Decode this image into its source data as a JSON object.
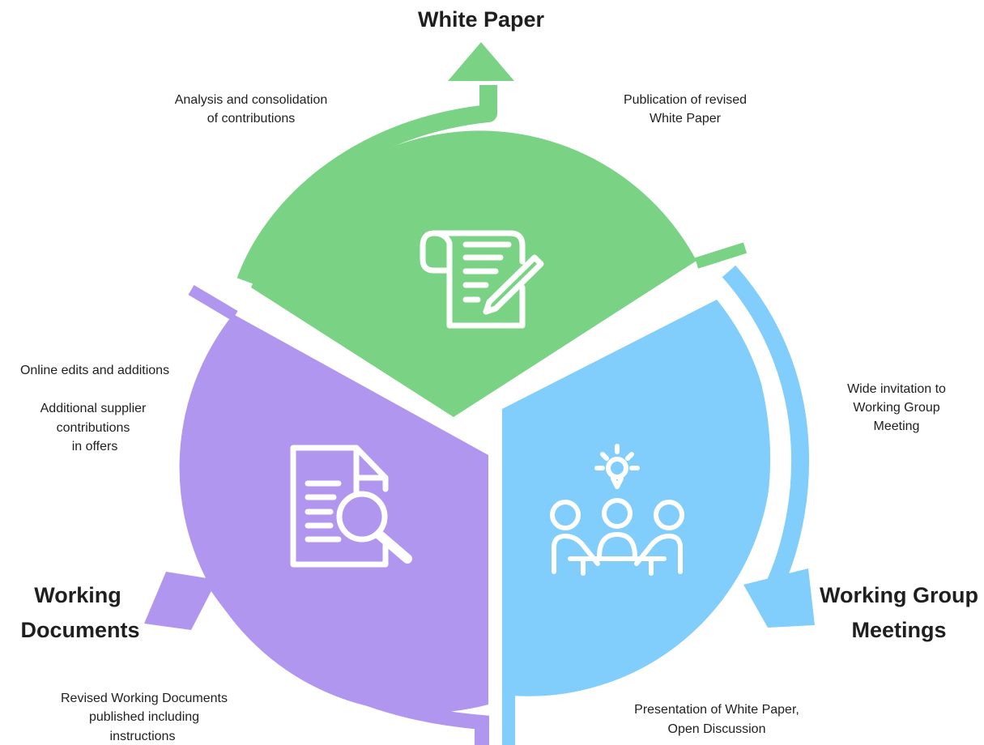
{
  "colors": {
    "green": "#7ad384",
    "purple": "#b096ee",
    "blue": "#81cdfc",
    "text": "#1f1f1f",
    "background": "#ffffff"
  },
  "stages": {
    "white_paper": {
      "title": "White Paper",
      "icon": "document-pen-icon"
    },
    "working_group": {
      "title_line1": "Working Group",
      "title_line2": "Meetings",
      "icon": "team-meeting-idea-icon"
    },
    "working_documents": {
      "title_line1": "Working",
      "title_line2": "Documents",
      "icon": "document-search-icon"
    }
  },
  "notes": {
    "analysis": [
      "Analysis and consolidation",
      "of contributions"
    ],
    "publication": [
      "Publication of revised",
      "White Paper"
    ],
    "invitation": [
      "Wide invitation to",
      "Working Group",
      "Meeting"
    ],
    "presentation": [
      "Presentation of White Paper,",
      "Open Discussion"
    ],
    "revised": [
      "Revised Working Documents",
      "published including",
      "instructions"
    ],
    "online_edits": [
      "Online edits and additions"
    ],
    "supplier": [
      "Additional supplier",
      "contributions",
      "in offers"
    ]
  }
}
